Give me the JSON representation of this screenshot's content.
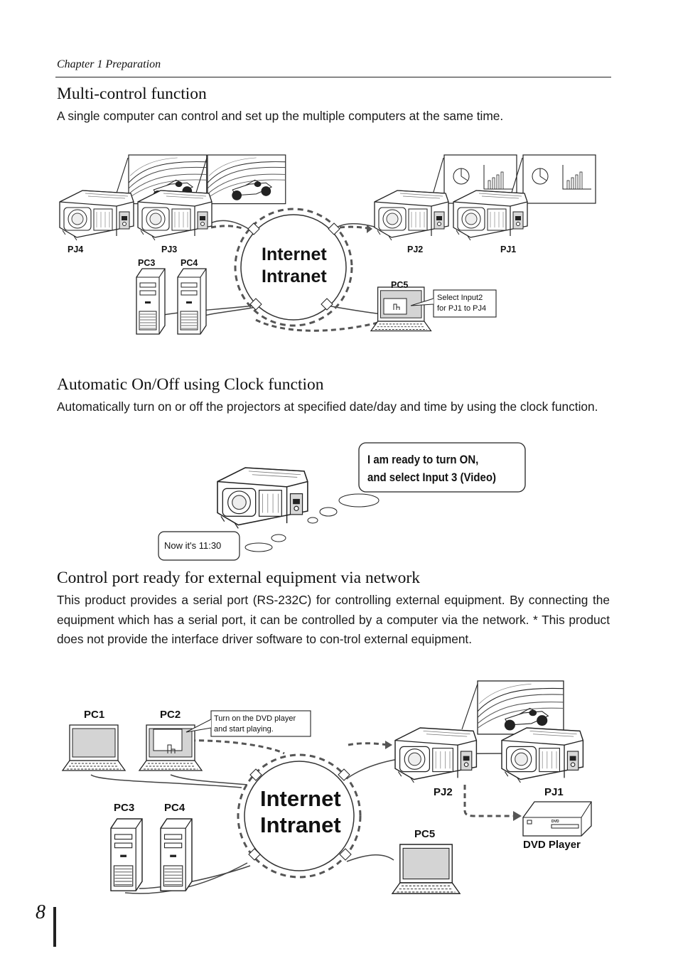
{
  "header": {
    "chapter": "Chapter 1 Preparation"
  },
  "page_number": "8",
  "sections": [
    {
      "title": "Multi-control function",
      "text": "A single computer can control and set up the multiple computers at the same time."
    },
    {
      "title": "Automatic On/Off using Clock function",
      "text": "Automatically turn on or off the projectors at specified date/day and time by using the clock function."
    },
    {
      "title": "Control port ready for external equipment via network",
      "text": "This product provides a serial port (RS-232C) for controlling external equipment. By connecting the equipment which has a serial port, it can be controlled by a computer via the network. * This product does not provide the interface driver software to con-trol external equipment."
    }
  ],
  "diagram1": {
    "network_line1": "Internet",
    "network_line2": "Intranet",
    "labels": {
      "pj4": "PJ4",
      "pj3": "PJ3",
      "pj2": "PJ2",
      "pj1": "PJ1",
      "pc3": "PC3",
      "pc4": "PC4",
      "pc5": "PC5"
    },
    "callout_line1": "Select Input2",
    "callout_line2": "for PJ1 to PJ4"
  },
  "diagram2": {
    "time_bubble": "Now it's 11:30",
    "thought_line1": "I am ready to turn ON,",
    "thought_line2": "and select Input 3 (Video)"
  },
  "diagram3": {
    "network_line1": "Internet",
    "network_line2": "Intranet",
    "labels": {
      "pc1": "PC1",
      "pc2": "PC2",
      "pc3": "PC3",
      "pc4": "PC4",
      "pc5": "PC5",
      "pj2": "PJ2",
      "pj1": "PJ1",
      "dvd": "DVD Player",
      "dvd_logo": "DVD"
    },
    "callout_line1": "Turn on the DVD player",
    "callout_line2": "and start playing."
  }
}
